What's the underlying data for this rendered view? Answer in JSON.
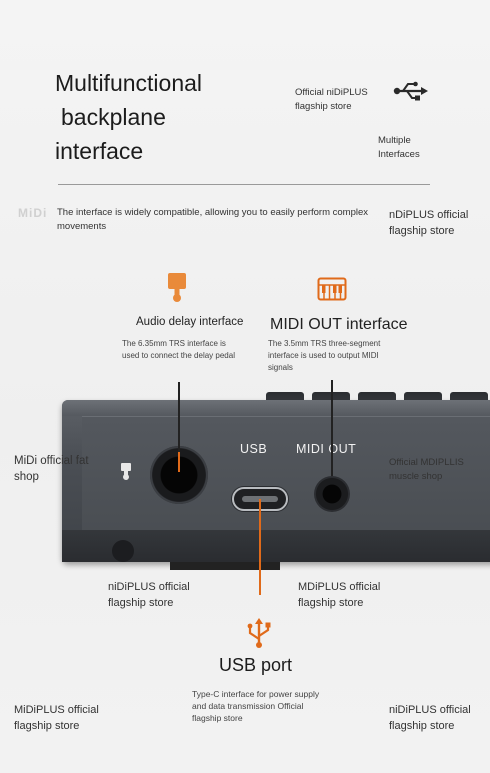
{
  "header": {
    "title_lines": [
      "Multifunctional",
      "backplane",
      "interface"
    ],
    "store_top": "Official niDiPLUS flagship store",
    "icon_usb": "usb-icon",
    "multiple_interfaces": "Multiple Interfaces"
  },
  "intro": {
    "watermark": "MiDi",
    "text": "The interface is widely compatible, allowing you to easily perform complex movements",
    "store_right": "nDiPLUS official flagship store"
  },
  "features": {
    "audio_delay": {
      "icon": "audio-jack-icon",
      "title": "Audio delay interface",
      "desc": "The 6.35mm TRS interface is used to connect the delay pedal"
    },
    "midi_out": {
      "icon": "keyboard-icon",
      "title": "MIDI OUT interface",
      "desc": "The 3.5mm TRS three-segment interface is used to output MIDI signals"
    }
  },
  "device": {
    "usb_label": "USB",
    "midi_out_label": "MIDI OUT"
  },
  "watermarks": {
    "left_shop": "MiDi official fat shop",
    "right_shop": "Official MDIPLLIS muscle shop",
    "below_left": "niDiPLUS official flagship store",
    "below_right": "MDiPLUS official flagship store",
    "bottom_left": "MiDiPLUS official flagship store",
    "bottom_right": "niDiPLUS official flagship store"
  },
  "usb_port": {
    "icon": "usb-trident-icon",
    "title": "USB port",
    "desc": "Type-C interface for power supply and data transmission Official flagship store"
  },
  "colors": {
    "accent": "#e06a1a",
    "device": "#4b4f55",
    "background": "#f1f1f1"
  }
}
